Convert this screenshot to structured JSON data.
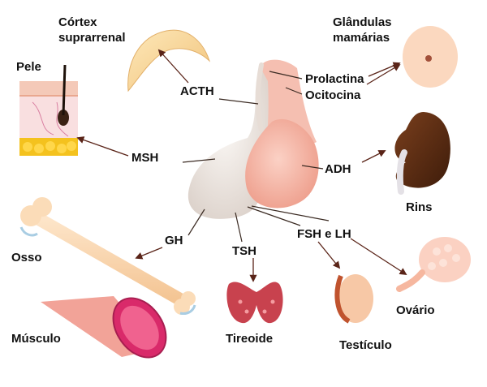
{
  "colors": {
    "gland_front": "#f2b3a4",
    "gland_back": "#ece6e1",
    "line": "#3a2a22",
    "arrow": "#5a2418"
  },
  "organs": {
    "cortex": {
      "line1": "Córtex",
      "line2": "suprarrenal"
    },
    "skin": {
      "label": "Pele"
    },
    "mammary": {
      "line1": "Glândulas",
      "line2": "mamárias"
    },
    "kidney": {
      "label": "Rins"
    },
    "bone": {
      "label": "Osso"
    },
    "muscle": {
      "label": "Músculo"
    },
    "thyroid": {
      "label": "Tireoide"
    },
    "testis": {
      "label": "Testículo"
    },
    "ovary": {
      "label": "Ovário"
    }
  },
  "hormones": {
    "acth": "ACTH",
    "prolactin": "Prolactina",
    "oxytocin": "Ocitocina",
    "msh": "MSH",
    "adh": "ADH",
    "gh": "GH",
    "tsh": "TSH",
    "fsh_lh": "FSH e LH"
  }
}
